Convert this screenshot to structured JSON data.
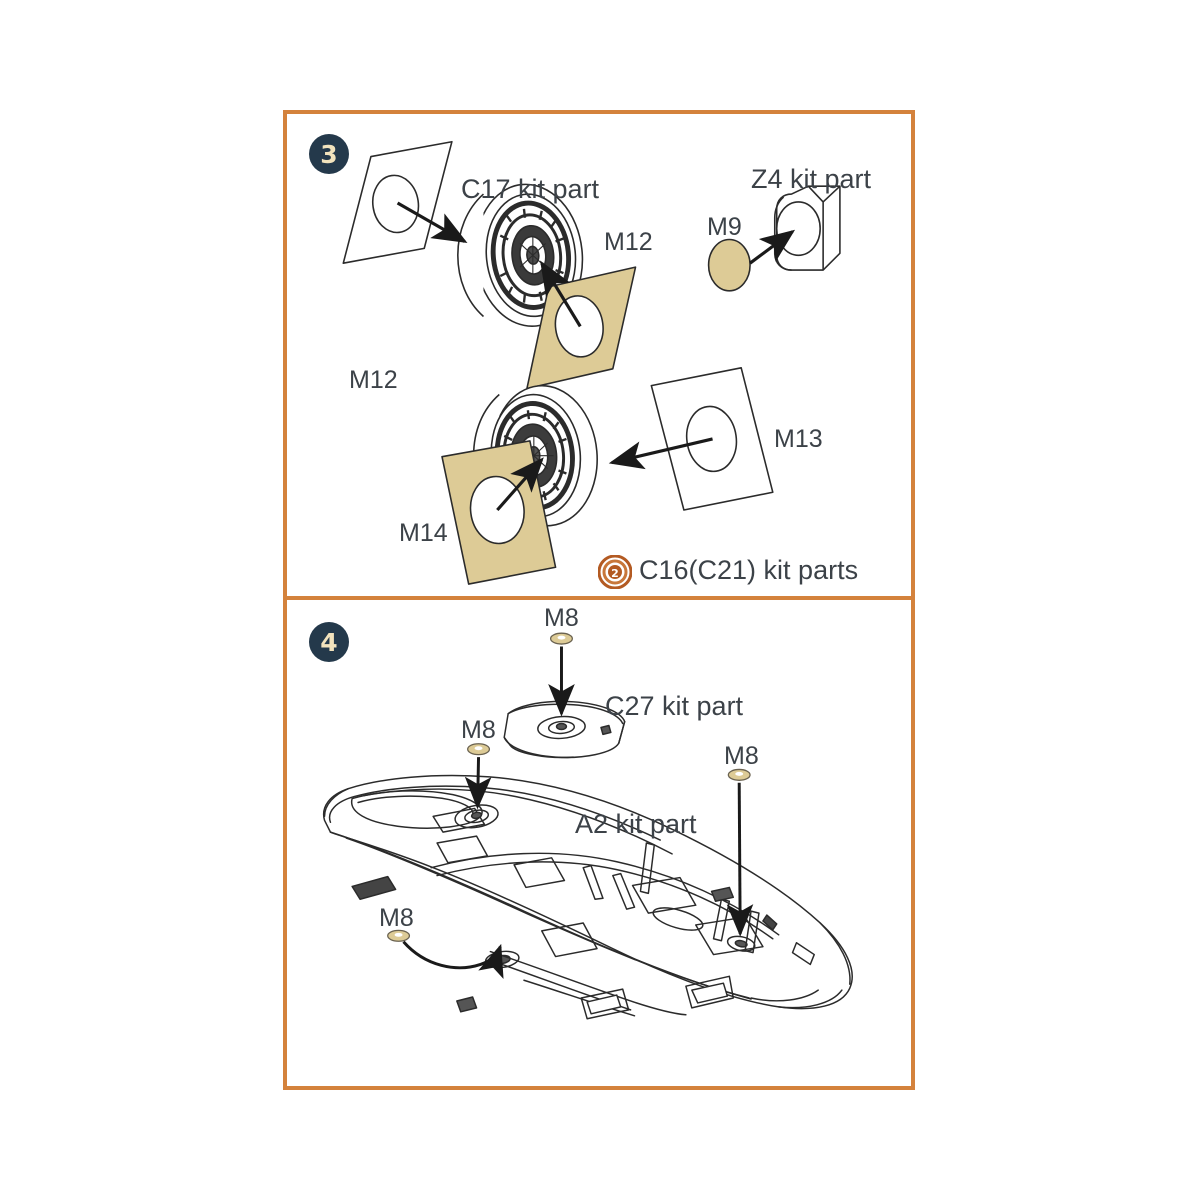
{
  "sheet": {
    "accent_color": "#d4823c",
    "badge_color": "#24394b",
    "badge_text_color": "#f2e3bd",
    "mask_fill_color": "#ddcb96",
    "line_color": "#2b2b2b",
    "label_color": "#3c4248"
  },
  "steps": [
    {
      "number": "3",
      "labels": {
        "mask_left_upper": "M12",
        "kit_part_upper": "C17 kit part",
        "mask_right_upper": "M12",
        "mask_small": "M9",
        "kit_part_small": "Z4 kit part",
        "mask_left_lower": "M14",
        "mask_right_lower": "M13",
        "kit_part_lower": "C16(C21) kit parts",
        "kit_part_lower_qty": "2"
      }
    },
    {
      "number": "4",
      "labels": {
        "mask_top": "M8",
        "kit_part_top": "C27 kit part",
        "mask_wing_left": "M8",
        "mask_wing_right": "M8",
        "mask_bottom_left": "M8",
        "kit_part_main": "A2 kit part"
      }
    }
  ]
}
